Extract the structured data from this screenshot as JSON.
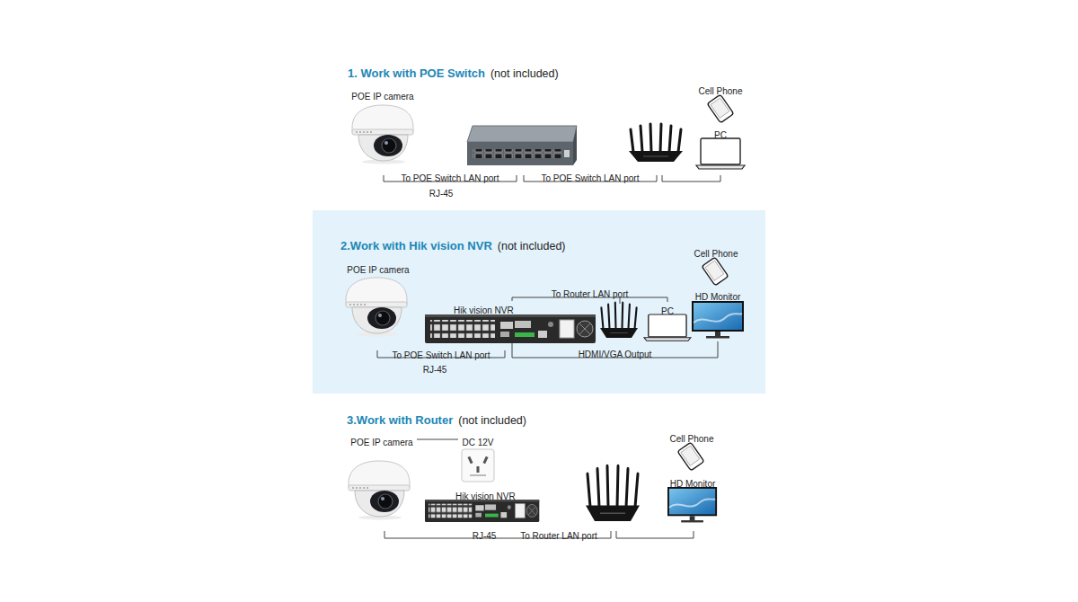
{
  "diagram": {
    "nodes": [
      {
        "text": [
          "1. Work with POE Switch",
          "(not included)"
        ]
      },
      {
        "text": [
          "POE IP camera"
        ],
        "in": 0
      },
      {
        "text": [
          "Cell Phone"
        ],
        "in": 0
      },
      {
        "text": [
          "PC"
        ],
        "in": 0
      },
      {
        "text": [
          "2.Work with Hik vision NVR",
          "(not included)"
        ]
      },
      {
        "text": [
          "POE IP camera"
        ],
        "in": 4
      },
      {
        "text": [
          "Hik vision NVR"
        ],
        "in": 4
      },
      {
        "text": [
          "PC"
        ],
        "in": 4
      },
      {
        "text": [
          "Cell Phone"
        ],
        "in": 4
      },
      {
        "text": [
          "HD Monitor"
        ],
        "in": 4
      },
      {
        "text": [
          "3.Work with Router",
          "(not included)"
        ]
      },
      {
        "text": [
          "POE IP camera"
        ],
        "in": 10
      },
      {
        "text": [
          "DC 12V"
        ],
        "in": 10
      },
      {
        "text": [
          "Hik vision NVR"
        ],
        "in": 10
      },
      {
        "text": [
          "Cell Phone"
        ],
        "in": 10
      },
      {
        "text": [
          "HD Monitor"
        ],
        "in": 10
      }
    ],
    "edges": [
      {
        "from": 6,
        "to": 7,
        "arrow": "none",
        "label": "To Router LAN port"
      },
      {
        "from": 6,
        "to": 9,
        "arrow": "none",
        "label": "HDMI/VGA Output"
      },
      {
        "from": 11,
        "to": 12,
        "arrow": "none"
      }
    ],
    "labels": [
      "To POE Switch LAN port",
      "RJ-45",
      "To POE Switch LAN port",
      "To POE Switch LAN port",
      "RJ-45",
      "RJ-45",
      "To Router LAN port"
    ]
  }
}
